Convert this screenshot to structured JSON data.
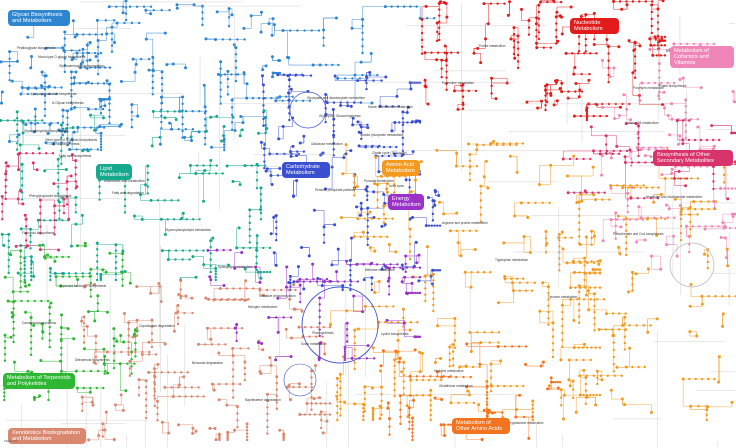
{
  "categories": [
    {
      "id": "glycan",
      "label": "Glycan Biosynthesis and Metabolism",
      "color": "#2f86d0"
    },
    {
      "id": "nucleotide",
      "label": "Nucleotide Metabolism",
      "color": "#e21b1b"
    },
    {
      "id": "cofactors",
      "label": "Metabolism of Cofactors and Vitamins",
      "color": "#ef86b7"
    },
    {
      "id": "lipid",
      "label": "Lipid Metabolism",
      "color": "#17a98e"
    },
    {
      "id": "carbohydrate",
      "label": "Carbohydrate Metabolism",
      "color": "#3a4fcf"
    },
    {
      "id": "aminoacid",
      "label": "Amino Acid Metabolism",
      "color": "#f39a1e"
    },
    {
      "id": "energy",
      "label": "Energy Metabolism",
      "color": "#9a32c8"
    },
    {
      "id": "secondary",
      "label": "Biosynthesis of Other Secondary Metabolites",
      "color": "#d8336a"
    },
    {
      "id": "terpenoids",
      "label": "Metabolism of Terpenoids and Polyketides",
      "color": "#2fb633"
    },
    {
      "id": "xenobiotics",
      "label": "Xenobiotics Biodegradation and Metabolism",
      "color": "#d9876f"
    },
    {
      "id": "other_aa",
      "label": "Metabolism of Other Amino Acids",
      "color": "#f3731e"
    }
  ],
  "pathways": [
    {
      "label": "Glycosaminoglycan degradation",
      "cat": "glycan"
    },
    {
      "label": "N-Glycan biosynthesis",
      "cat": "glycan"
    },
    {
      "label": "Other types of O-glycan biosynthesis",
      "cat": "glycan"
    },
    {
      "label": "Mucin type O-glycan biosynthesis",
      "cat": "glycan"
    },
    {
      "label": "Lipopolysaccharide biosynthesis",
      "cat": "glycan"
    },
    {
      "label": "Glycosphingolipid biosynthesis",
      "cat": "glycan"
    },
    {
      "label": "Peptidoglycan biosynthesis",
      "cat": "glycan"
    },
    {
      "label": "Purine metabolism",
      "cat": "nucleotide"
    },
    {
      "label": "Pyrimidine metabolism",
      "cat": "nucleotide"
    },
    {
      "label": "Folate biosynthesis",
      "cat": "cofactors"
    },
    {
      "label": "Vitamin B6 metabolism",
      "cat": "cofactors"
    },
    {
      "label": "Riboflavin metabolism",
      "cat": "cofactors"
    },
    {
      "label": "Nicotinate and nicotinamide metabolism",
      "cat": "cofactors"
    },
    {
      "label": "Pantothenate and CoA biosynthesis",
      "cat": "cofactors"
    },
    {
      "label": "Biotin metabolism",
      "cat": "cofactors"
    },
    {
      "label": "Porphyrin metabolism",
      "cat": "cofactors"
    },
    {
      "label": "Fatty acid biosynthesis",
      "cat": "lipid"
    },
    {
      "label": "Fatty acid degradation",
      "cat": "lipid"
    },
    {
      "label": "Glycerophospholipid metabolism",
      "cat": "lipid"
    },
    {
      "label": "Sphingolipid metabolism",
      "cat": "lipid"
    },
    {
      "label": "Steroid biosynthesis",
      "cat": "lipid"
    },
    {
      "label": "Arachidonic acid metabolism",
      "cat": "lipid"
    },
    {
      "label": "Glycolysis / Gluconeogenesis",
      "cat": "carbohydrate"
    },
    {
      "label": "Citrate cycle (TCA cycle)",
      "cat": "carbohydrate"
    },
    {
      "label": "Pentose phosphate pathway",
      "cat": "carbohydrate"
    },
    {
      "label": "Starch and sucrose metabolism",
      "cat": "carbohydrate"
    },
    {
      "label": "Galactose metabolism",
      "cat": "carbohydrate"
    },
    {
      "label": "Pyruvate metabolism",
      "cat": "carbohydrate"
    },
    {
      "label": "Glyoxylate and dicarboxylate metabolism",
      "cat": "carbohydrate"
    },
    {
      "label": "Inositol phosphate metabolism",
      "cat": "carbohydrate"
    },
    {
      "label": "Oxidative phosphorylation",
      "cat": "energy"
    },
    {
      "label": "Photosynthesis",
      "cat": "energy"
    },
    {
      "label": "Methane metabolism",
      "cat": "energy"
    },
    {
      "label": "Nitrogen metabolism",
      "cat": "energy"
    },
    {
      "label": "Sulfur metabolism",
      "cat": "energy"
    },
    {
      "label": "Urea cycle",
      "cat": "aminoacid"
    },
    {
      "label": "Arginine and proline metabolism",
      "cat": "aminoacid"
    },
    {
      "label": "Tryptophan metabolism",
      "cat": "aminoacid"
    },
    {
      "label": "Tyrosine metabolism",
      "cat": "aminoacid"
    },
    {
      "label": "Lysine biosynthesis",
      "cat": "aminoacid"
    },
    {
      "label": "Histidine metabolism",
      "cat": "aminoacid"
    },
    {
      "label": "Glutathione metabolism",
      "cat": "other_aa"
    },
    {
      "label": "Taurine and hypotaurine metabolism",
      "cat": "other_aa"
    },
    {
      "label": "Terpenoid backbone biosynthesis",
      "cat": "terpenoids"
    },
    {
      "label": "Carotenoid biosynthesis",
      "cat": "terpenoids"
    },
    {
      "label": "Diterpenoid biosynthesis",
      "cat": "terpenoids"
    },
    {
      "label": "Phenylpropanoid biosynthesis",
      "cat": "secondary"
    },
    {
      "label": "Flavonoid biosynthesis",
      "cat": "secondary"
    },
    {
      "label": "Caprolactam degradation",
      "cat": "xenobiotics"
    },
    {
      "label": "Benzoate degradation",
      "cat": "xenobiotics"
    },
    {
      "label": "Naphthalene degradation",
      "cat": "xenobiotics"
    }
  ],
  "credit": "KEGG 1.0.2"
}
